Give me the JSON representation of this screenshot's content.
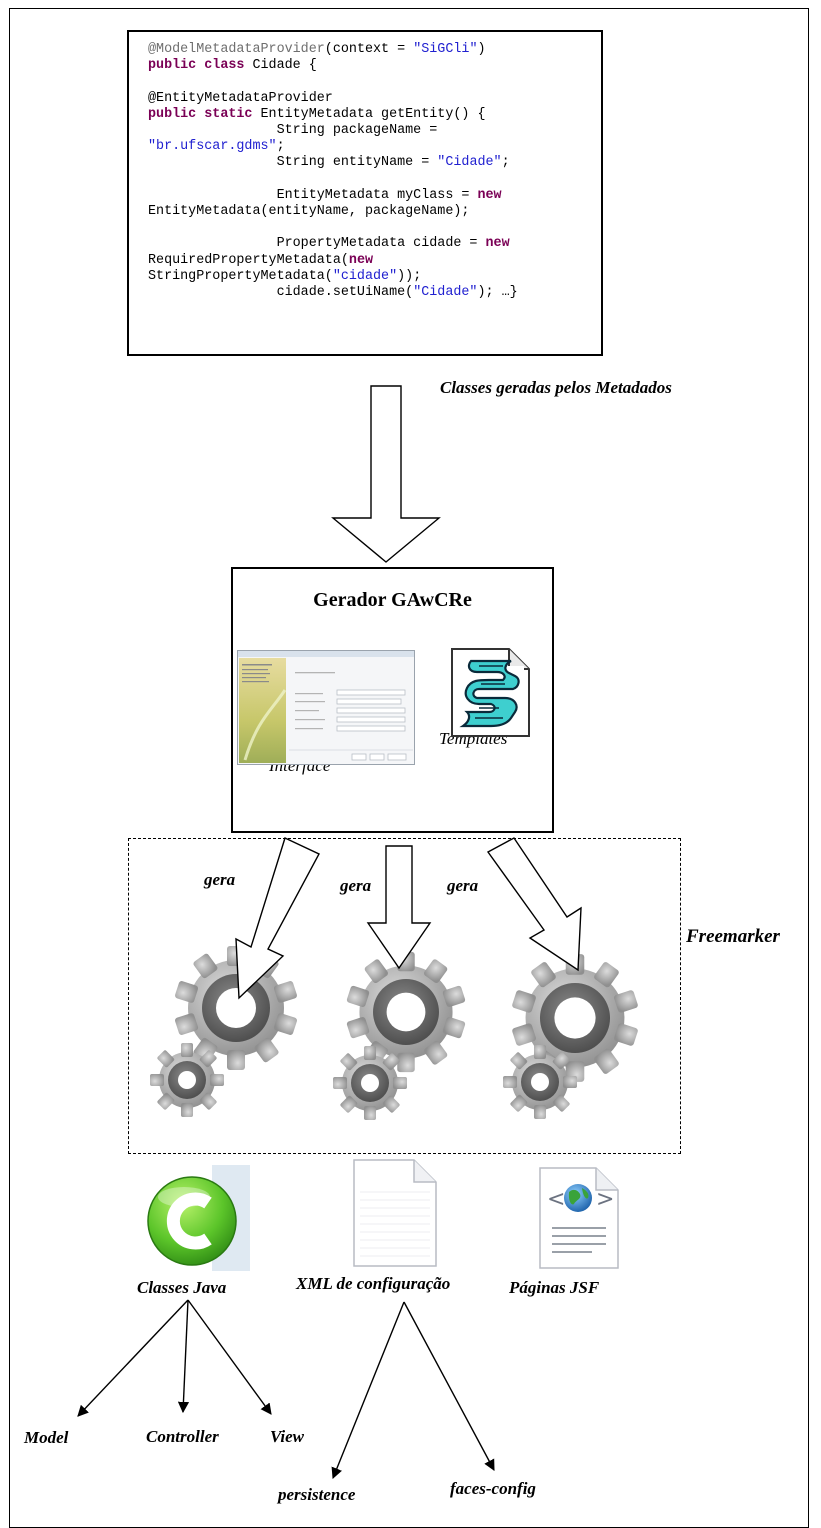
{
  "code": {
    "lines": [
      [
        {
          "t": "@ModelMetadataProvider",
          "c": "ann"
        },
        {
          "t": "(context = ",
          "c": "plain"
        },
        {
          "t": "\"SiGCli\"",
          "c": "str"
        },
        {
          "t": ")",
          "c": "plain"
        }
      ],
      [
        {
          "t": "public class",
          "c": "kw"
        },
        {
          "t": " Cidade {",
          "c": "plain"
        }
      ],
      [],
      [
        {
          "t": "@EntityMetadataProvider",
          "c": "plain"
        }
      ],
      [
        {
          "t": "public static",
          "c": "kw"
        },
        {
          "t": " EntityMetadata getEntity() {",
          "c": "plain"
        }
      ],
      [
        {
          "t": "                String packageName =",
          "c": "plain"
        }
      ],
      [
        {
          "t": "\"br.ufscar.gdms\"",
          "c": "str"
        },
        {
          "t": ";",
          "c": "plain"
        }
      ],
      [
        {
          "t": "                String entityName = ",
          "c": "plain"
        },
        {
          "t": "\"Cidade\"",
          "c": "str"
        },
        {
          "t": ";",
          "c": "plain"
        }
      ],
      [],
      [
        {
          "t": "                EntityMetadata myClass = ",
          "c": "plain"
        },
        {
          "t": "new",
          "c": "kw"
        }
      ],
      [
        {
          "t": "EntityMetadata(entityName, packageName);",
          "c": "plain"
        }
      ],
      [],
      [
        {
          "t": "                PropertyMetadata cidade = ",
          "c": "plain"
        },
        {
          "t": "new",
          "c": "kw"
        }
      ],
      [
        {
          "t": "RequiredPropertyMetadata(",
          "c": "plain"
        },
        {
          "t": "new",
          "c": "kw"
        }
      ],
      [
        {
          "t": "StringPropertyMetadata(",
          "c": "plain"
        },
        {
          "t": "\"cidade\"",
          "c": "str"
        },
        {
          "t": "));",
          "c": "plain"
        }
      ],
      [
        {
          "t": "                cidade.setUiName(",
          "c": "plain"
        },
        {
          "t": "\"Cidade\"",
          "c": "str"
        },
        {
          "t": "); …}",
          "c": "plain"
        }
      ]
    ]
  },
  "labels": {
    "classes_geradas": "Classes geradas pelos Metadados",
    "gerador_title": "Gerador GAwCRe",
    "interface": "Interface",
    "templates": "Templates",
    "gera_1": "gera",
    "gera_2": "gera",
    "gera_3": "gera",
    "freemarker": "Freemarker",
    "classes_java": "Classes Java",
    "xml_config": "XML de  configuração",
    "paginas_jsf": "Páginas JSF",
    "model": "Model",
    "controller": "Controller",
    "view": "View",
    "persistence": "persistence",
    "faces_config": "faces-config"
  },
  "icons": {
    "screenshot": "interface-screenshot-icon",
    "templates": "script-document-icon",
    "gear": "gears-icon",
    "java": "java-class-c-icon",
    "xml": "blank-document-icon",
    "jsf": "web-page-document-icon"
  },
  "colors": {
    "keyword": "#7a0055",
    "string": "#2020d0",
    "annotation": "#6e6e6e",
    "gear_outer": "#9b9b9b",
    "gear_inner": "#6d6d6d",
    "java_green": "#3fa61e"
  }
}
